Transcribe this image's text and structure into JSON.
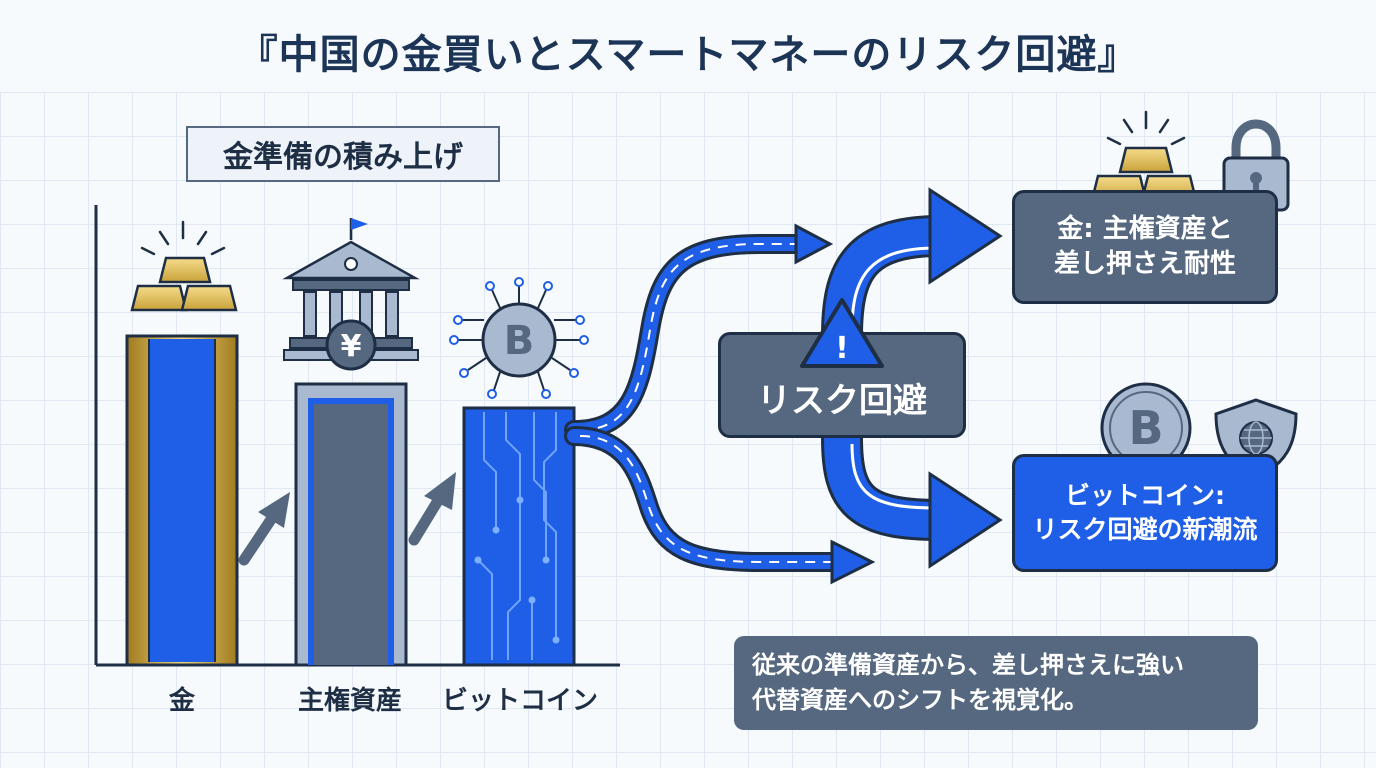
{
  "title": "『中国の金買いとスマートマネーのリスク回避』",
  "section_label": "金準備の積み上げ",
  "columns": [
    {
      "label": "金",
      "icon": "gold-bars-icon"
    },
    {
      "label": "主権資産",
      "icon": "central-bank-icon"
    },
    {
      "label": "ビットコイン",
      "icon": "bitcoin-network-icon"
    }
  ],
  "bank_symbol": "¥",
  "bitcoin_symbol": "B",
  "warning_symbol": "!",
  "risk_box": {
    "label": "リスク回避"
  },
  "gold_box": {
    "line1": "金: 主権資産と",
    "line2": "差し押さえ耐性"
  },
  "btc_box": {
    "line1": "ビットコイン:",
    "line2": "リスク回避の新潮流"
  },
  "caption": {
    "line1": "従来の準備資産から、差し押さえに強い",
    "line2": "代替資産へのシフトを視覚化。"
  },
  "colors": {
    "navy": "#1e2f45",
    "blue": "#1f5ee6",
    "gray": "#55687f",
    "gold": "#c9a23a"
  }
}
